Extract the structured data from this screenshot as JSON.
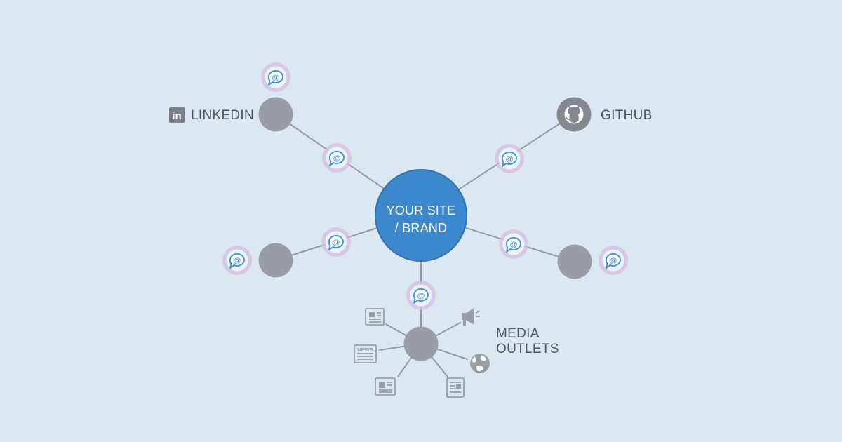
{
  "diagram": {
    "center": {
      "line1": "YOUR SITE",
      "line2": "/ BRAND",
      "color": "#3d87cc"
    },
    "linkedin": {
      "badge": "in",
      "label": "LINKEDIN"
    },
    "github": {
      "label": "GITHUB"
    },
    "media": {
      "line1": "MEDIA",
      "line2": "OUTLETS",
      "news_tag": "NEWS"
    },
    "mention_glyph": "@",
    "colors": {
      "background": "#dce8f1",
      "node": "#9a9ea4",
      "edge": "#959aa1",
      "mention_ring": "#d8b8e0",
      "mention_icon": "#3a8ed0",
      "label": "#4d5560"
    },
    "icons": {
      "linkedin": "linkedin-icon",
      "github": "github-icon",
      "mention": "mention-bubble-icon",
      "newspaper": "newspaper-icon",
      "megaphone": "megaphone-icon",
      "globe": "globe-icon"
    }
  }
}
